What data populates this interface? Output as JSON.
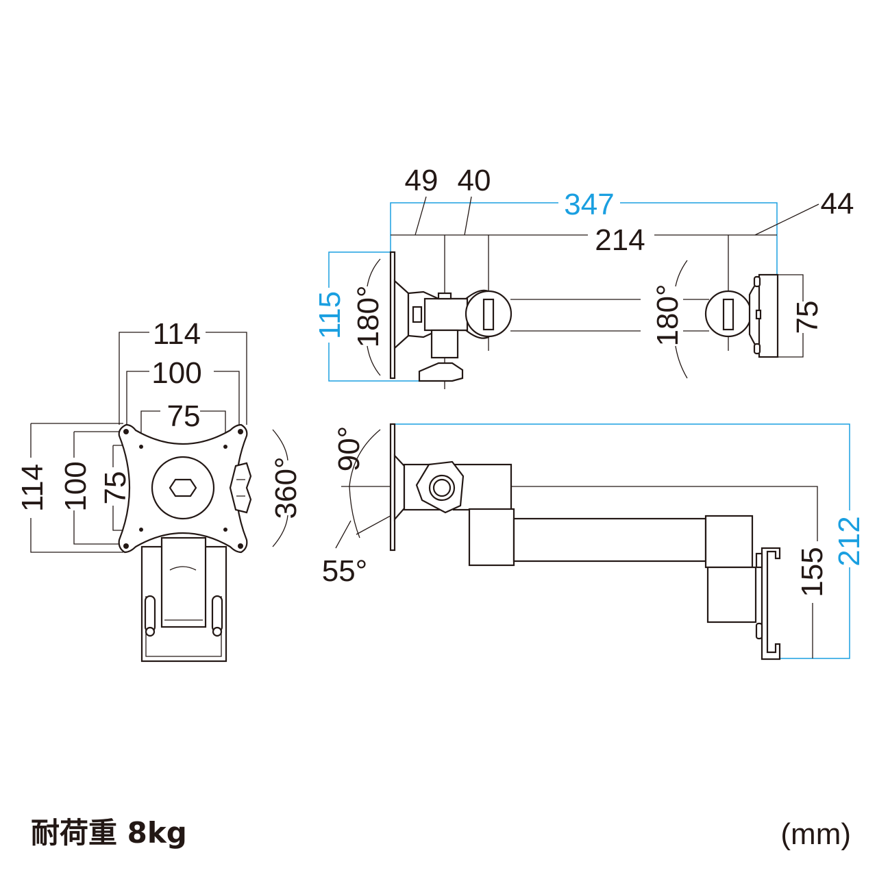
{
  "front_view": {
    "width_outer": "114",
    "width_mid": "100",
    "width_inner": "75",
    "height_outer": "114",
    "height_mid": "100",
    "height_inner": "75",
    "rotation": "360°"
  },
  "top_view": {
    "total_length": "347",
    "arm_length": "214",
    "offset_a": "49",
    "offset_b": "40",
    "offset_end": "44",
    "plate_height": "115",
    "clamp_height": "75",
    "swivel_left": "180°",
    "swivel_right": "180°"
  },
  "side_view": {
    "total_height": "212",
    "arm_height": "155",
    "tilt_up": "90°",
    "tilt_down": "55°"
  },
  "footer": {
    "load_capacity": "耐荷重 8kg",
    "unit": "(mm)"
  },
  "colors": {
    "line": "#231815",
    "dimension_accent": "#1a9fe0"
  }
}
